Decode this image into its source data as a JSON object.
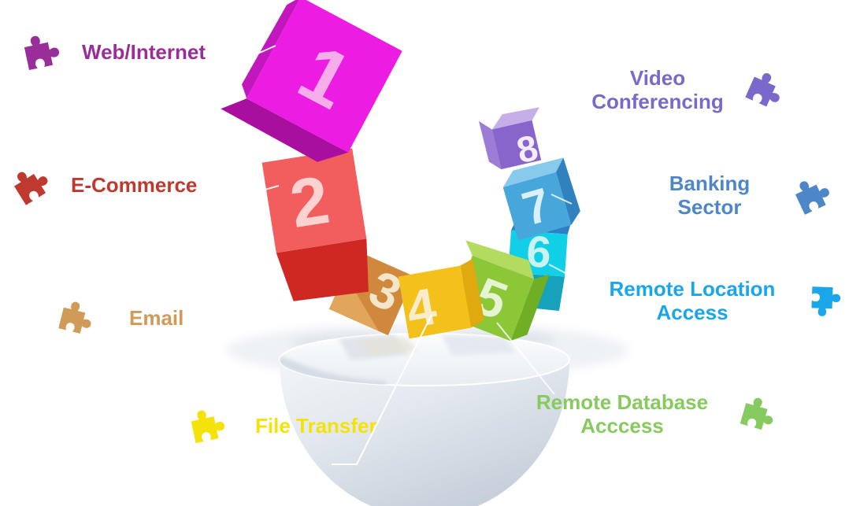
{
  "cubes": [
    {
      "number": "1",
      "face": "#ed1ce2",
      "side": "#a90f9e",
      "edge": "#c217bd",
      "num": "#f6aeea"
    },
    {
      "number": "2",
      "face": "#f25e5e",
      "side": "#cf2823",
      "num": "#ffd2d2"
    },
    {
      "number": "3",
      "face": "#d0883c",
      "side": "#e3a95f",
      "num": "#f4e6cb"
    },
    {
      "number": "4",
      "face": "#f3c01c",
      "side": "#dfa90f",
      "num": "#f8edca"
    },
    {
      "number": "5",
      "face": "#8cc737",
      "top": "#b3db60",
      "side": "#6fae25",
      "num": "#e6f4d2"
    },
    {
      "number": "6",
      "face": "#12cfe8",
      "top": "#2e7fc4",
      "side": "#16a2ba",
      "num": "#c9f3ef"
    },
    {
      "number": "7",
      "face": "#47a7db",
      "top": "#88caec",
      "side": "#3181bf",
      "num": "#d9f0fb"
    },
    {
      "number": "8",
      "face": "#8765cb",
      "top": "#c6afe9",
      "side": "#9c7cd5",
      "num": "#f2ecfb"
    }
  ],
  "labels": [
    {
      "line1": "Web/Internet",
      "color": "#992d99",
      "icon": "puzzle-icon"
    },
    {
      "line1": "E-Commerce",
      "color": "#c0392f",
      "icon": "puzzle-icon"
    },
    {
      "line1": "Email",
      "color": "#d09a58",
      "icon": "puzzle-icon"
    },
    {
      "line1": "File Transfer",
      "color": "#f4e20a",
      "icon": "puzzle-icon"
    },
    {
      "line1": "Video",
      "line2": "Conferencing",
      "color": "#7a68ca",
      "icon": "puzzle-icon"
    },
    {
      "line1": "Banking",
      "line2": "Sector",
      "color": "#4e87c7",
      "icon": "puzzle-icon"
    },
    {
      "line1": "Remote Location",
      "line2": "Access",
      "color": "#19a6ea",
      "icon": "puzzle-icon"
    },
    {
      "line1": "Remote Database",
      "line2": "Acccess",
      "color": "#87ca5f",
      "icon": "puzzle-icon"
    }
  ],
  "scene": {
    "bowl_color": "#e9eef3",
    "leader_line_color": "#ffffff"
  }
}
